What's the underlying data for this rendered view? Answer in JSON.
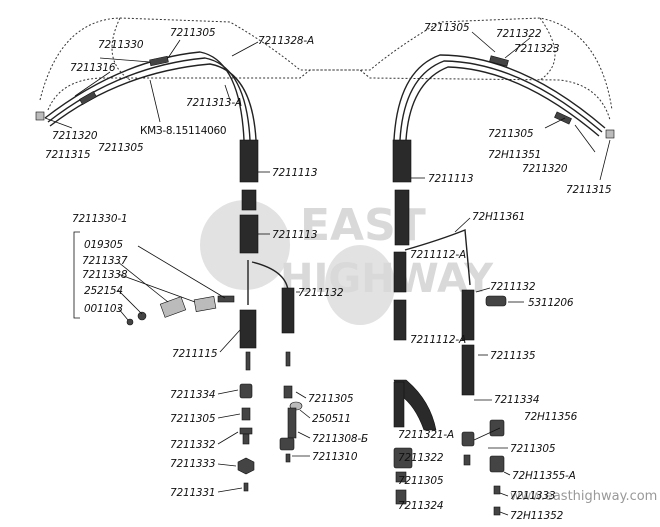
{
  "labels": {
    "l_7211330": "7211330",
    "l_7211305_tl": "7211305",
    "l_7211328a": "7211328-А",
    "l_7211316": "7211316",
    "l_7211313a": "7211313-А",
    "l_km3": "КМЗ-8.15114060",
    "l_7211320_l": "7211320",
    "l_7211315_l": "7211315",
    "l_7211305_l2": "7211305",
    "l_7211113_a": "7211113",
    "l_7211113_b": "7211113",
    "l_7211113_c": "7211113",
    "l_7211305_tr": "7211305",
    "l_7211322": "7211322",
    "l_7211323": "7211323",
    "l_7211305_r": "7211305",
    "l_72h11351": "72Н11351",
    "l_7211320_r": "7211320",
    "l_7211315_r": "7211315",
    "l_72h11361": "72Н11361",
    "l_7211112a_1": "7211112-А",
    "l_7211112a_2": "7211112-А",
    "l_7211132_l": "7211132",
    "l_7211132_r": "7211132",
    "l_5311206": "5311206",
    "l_7211135": "7211135",
    "l_7211330_1": "7211330-1",
    "l_019305": "019305",
    "l_7211337": "7211337",
    "l_7211338": "7211338",
    "l_252154": "252154",
    "l_001103": "001103",
    "l_7211115": "7211115",
    "l_7211334_l": "7211334",
    "l_7211305_bl": "7211305",
    "l_7211332": "7211332",
    "l_7211333_l": "7211333",
    "l_7211331": "7211331",
    "l_7211305_bm": "7211305",
    "l_250511": "250511",
    "l_7211308b": "7211308-Б",
    "l_7211310": "7211310",
    "l_7211321a": "7211321-А",
    "l_7211322_b": "7211322",
    "l_7211305_bb": "7211305",
    "l_7211324": "7211324",
    "l_7211334_r": "7211334",
    "l_72h11356": "72Н11356",
    "l_7211305_br": "7211305",
    "l_72h11355a": "72Н11355-А",
    "l_7211333_r": "7211333",
    "l_72h11352": "72Н11352"
  },
  "watermark": {
    "line1": "EAST",
    "line2": "HIGHWAY",
    "url": "www.easthighway.com"
  },
  "colors": {
    "ink": "#111111",
    "watermark": "#d9d9d9",
    "background": "#ffffff"
  }
}
